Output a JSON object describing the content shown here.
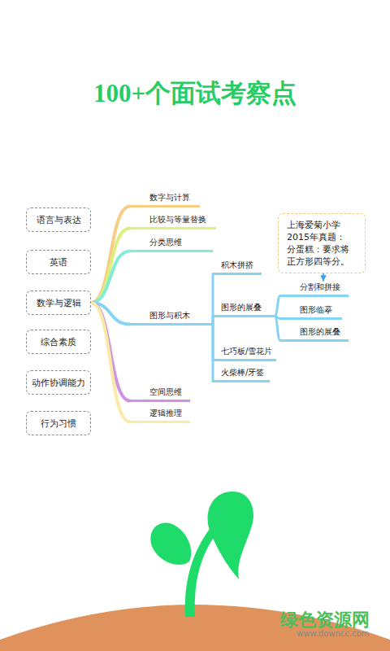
{
  "diagram": {
    "title": "100+个面试考察点",
    "nodes": [
      {
        "text": [
          "语言与表达"
        ]
      },
      {
        "text": [
          "英语"
        ]
      },
      {
        "text": [
          "数学与逻辑"
        ]
      },
      {
        "text": [
          "综合素质"
        ]
      },
      {
        "text": [
          "动作协调能力"
        ]
      },
      {
        "text": [
          "行为习惯"
        ]
      },
      {
        "text": [
          "数字与计算"
        ]
      },
      {
        "text": [
          "比较与等量替换"
        ]
      },
      {
        "text": [
          "分类思维"
        ]
      },
      {
        "text": [
          "图形与积木"
        ]
      },
      {
        "text": [
          "空间思维"
        ]
      },
      {
        "text": [
          "逻辑推理"
        ]
      },
      {
        "text": [
          "积木拼搭"
        ]
      },
      {
        "text": [
          "图形的展叠"
        ]
      },
      {
        "text": [
          "七巧板/雪花片"
        ]
      },
      {
        "text": [
          "火柴棒/牙签"
        ]
      },
      {
        "text": [
          "上海爱菊小学 2015年真题： 分蛋糕：要求将 正方形四等分。"
        ]
      },
      {
        "text": [
          "分割和拼接"
        ]
      },
      {
        "text": [
          "图形临摹"
        ]
      },
      {
        "text": [
          "图形的展叠"
        ]
      }
    ],
    "edges": [
      {
        "from": 2,
        "to": 6,
        "arrow": "none"
      },
      {
        "from": 2,
        "to": 7,
        "arrow": "none"
      },
      {
        "from": 2,
        "to": 8,
        "arrow": "none"
      },
      {
        "from": 2,
        "to": 9,
        "arrow": "none"
      },
      {
        "from": 2,
        "to": 10,
        "arrow": "none"
      },
      {
        "from": 2,
        "to": 11,
        "arrow": "none"
      },
      {
        "from": 9,
        "to": 12,
        "arrow": "none"
      },
      {
        "from": 9,
        "to": 13,
        "arrow": "none"
      },
      {
        "from": 9,
        "to": 14,
        "arrow": "none"
      },
      {
        "from": 9,
        "to": 15,
        "arrow": "none"
      },
      {
        "from": 13,
        "to": 17,
        "arrow": "none"
      },
      {
        "from": 13,
        "to": 18,
        "arrow": "none"
      },
      {
        "from": 13,
        "to": 19,
        "arrow": "none"
      },
      {
        "from": 16,
        "to": 17,
        "arrow": "to"
      }
    ],
    "labels": [
      "绿色资源网",
      "www.downcc.com"
    ]
  }
}
